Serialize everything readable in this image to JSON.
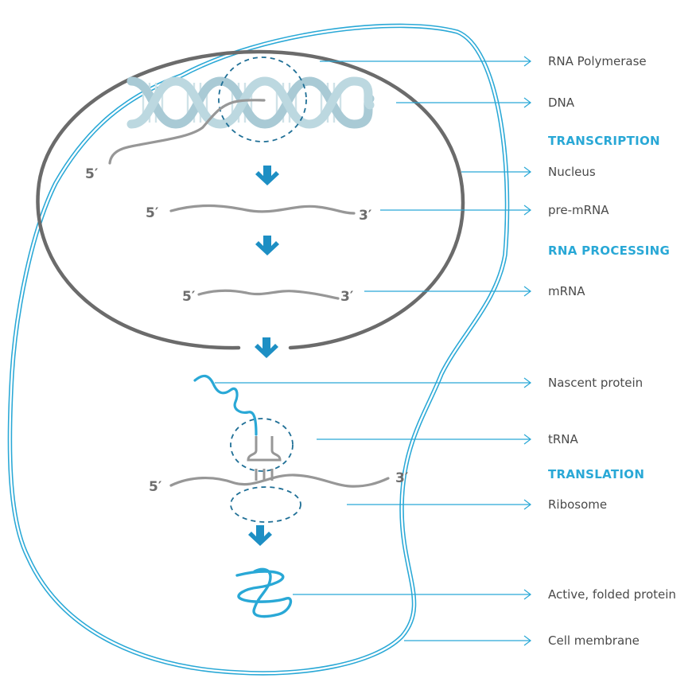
{
  "labels": {
    "rna_polymerase": "RNA Polymerase",
    "dna": "DNA",
    "nucleus": "Nucleus",
    "pre_mrna": "pre-mRNA",
    "mrna": "mRNA",
    "nascent_protein": "Nascent protein",
    "trna": "tRNA",
    "ribosome": "Ribosome",
    "folded_protein": "Active, folded protein",
    "cell_membrane": "Cell membrane"
  },
  "stages": {
    "transcription": "TRANSCRIPTION",
    "rna_processing": "RNA PROCESSING",
    "translation": "TRANSLATION"
  },
  "ends": {
    "five_prime": "5′",
    "three_prime": "3′"
  },
  "colors": {
    "accent": "#29a8d6",
    "arrow": "#1d8fc4",
    "nucleus": "#6b6b6b",
    "strand": "#979797",
    "dna": "#b7d3dc"
  }
}
